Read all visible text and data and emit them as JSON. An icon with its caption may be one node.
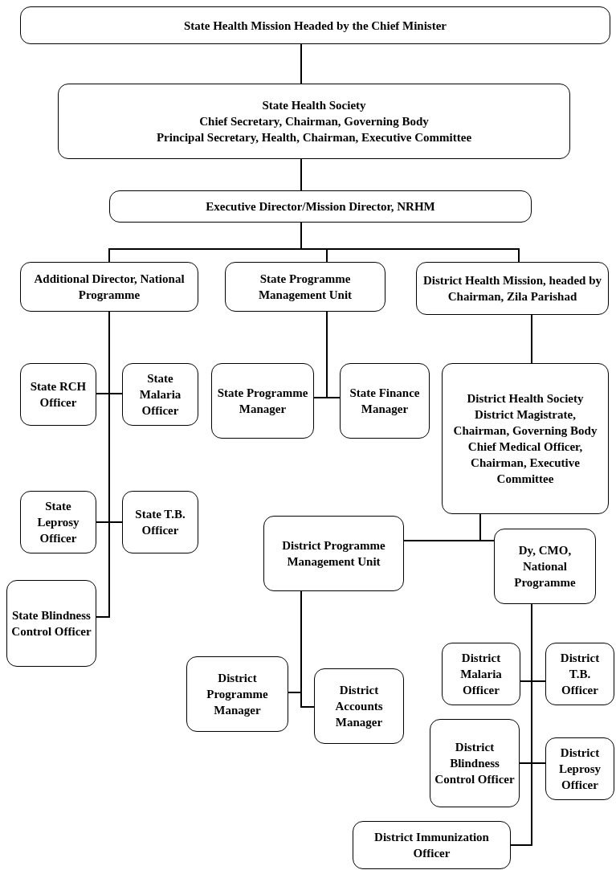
{
  "diagram": {
    "nodes": [
      {
        "text": [
          "State Health Mission Headed by the Chief Minister"
        ]
      },
      {
        "text": [
          "State Health Society",
          "Chief Secretary, Chairman, Governing Body",
          "Principal Secretary, Health, Chairman, Executive Committee"
        ]
      },
      {
        "text": [
          "Executive Director/Mission Director, NRHM"
        ]
      },
      {
        "text": [
          "Additional Director, National Programme"
        ]
      },
      {
        "text": [
          "State Programme Management Unit"
        ]
      },
      {
        "text": [
          "District Health Mission, headed by Chairman, Zila Parishad"
        ]
      },
      {
        "text": [
          "State RCH Officer"
        ]
      },
      {
        "text": [
          "State Malaria Officer"
        ]
      },
      {
        "text": [
          "State Programme Manager"
        ]
      },
      {
        "text": [
          "State Finance Manager"
        ]
      },
      {
        "text": [
          "District Health Society",
          "District Magistrate, Chairman, Governing Body",
          "Chief Medical Officer, Chairman, Executive Committee"
        ]
      },
      {
        "text": [
          "State Leprosy Officer"
        ]
      },
      {
        "text": [
          "State T.B. Officer"
        ]
      },
      {
        "text": [
          "District Programme Management Unit"
        ]
      },
      {
        "text": [
          "Dy, CMO, National Programme"
        ]
      },
      {
        "text": [
          "State Blindness Control Officer"
        ]
      },
      {
        "text": [
          "District Programme Manager"
        ]
      },
      {
        "text": [
          "District Accounts Manager"
        ]
      },
      {
        "text": [
          "District Malaria Officer"
        ]
      },
      {
        "text": [
          "District T.B. Officer"
        ]
      },
      {
        "text": [
          "District Blindness Control Officer"
        ]
      },
      {
        "text": [
          "District Leprosy Officer"
        ]
      },
      {
        "text": [
          "District Immunization Officer"
        ]
      }
    ],
    "edges": [
      {
        "from": 0,
        "to": 1,
        "arrow": "none"
      },
      {
        "from": 1,
        "to": 2,
        "arrow": "none"
      },
      {
        "from": 2,
        "to": 3,
        "arrow": "none"
      },
      {
        "from": 2,
        "to": 4,
        "arrow": "none"
      },
      {
        "from": 2,
        "to": 5,
        "arrow": "none"
      },
      {
        "from": 3,
        "to": 6,
        "arrow": "none"
      },
      {
        "from": 3,
        "to": 7,
        "arrow": "none"
      },
      {
        "from": 3,
        "to": 11,
        "arrow": "none"
      },
      {
        "from": 3,
        "to": 12,
        "arrow": "none"
      },
      {
        "from": 3,
        "to": 15,
        "arrow": "none"
      },
      {
        "from": 4,
        "to": 8,
        "arrow": "none"
      },
      {
        "from": 4,
        "to": 9,
        "arrow": "none"
      },
      {
        "from": 5,
        "to": 10,
        "arrow": "none"
      },
      {
        "from": 10,
        "to": 13,
        "arrow": "none"
      },
      {
        "from": 10,
        "to": 14,
        "arrow": "none"
      },
      {
        "from": 13,
        "to": 16,
        "arrow": "none"
      },
      {
        "from": 13,
        "to": 17,
        "arrow": "none"
      },
      {
        "from": 14,
        "to": 18,
        "arrow": "none"
      },
      {
        "from": 14,
        "to": 19,
        "arrow": "none"
      },
      {
        "from": 14,
        "to": 20,
        "arrow": "none"
      },
      {
        "from": 14,
        "to": 21,
        "arrow": "none"
      },
      {
        "from": 14,
        "to": 22,
        "arrow": "none"
      }
    ]
  }
}
